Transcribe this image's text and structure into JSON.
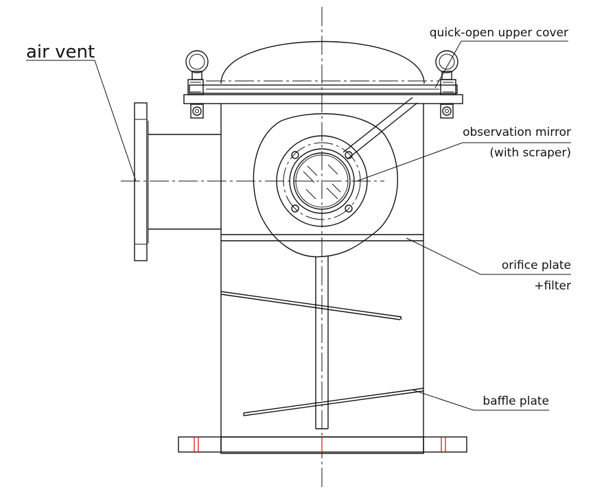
{
  "labels": {
    "air_vent": "air vent",
    "upper_cover": "quick-open upper cover",
    "mirror_line1": "observation mirror",
    "mirror_line2": "(with scraper)",
    "orifice_line1": "orifice plate",
    "orifice_line2": "+filter",
    "baffle": "baffle plate"
  },
  "colors": {
    "line": "#111111",
    "accent": "#e00000"
  }
}
